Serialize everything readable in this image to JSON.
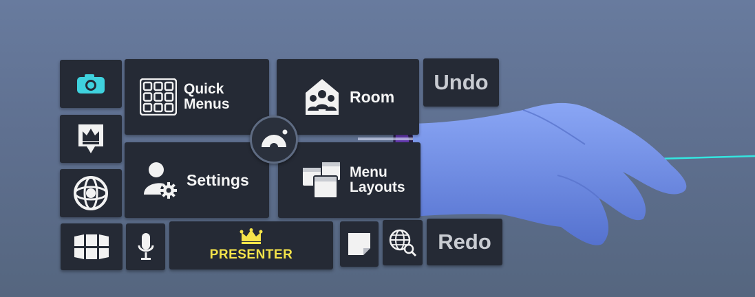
{
  "menu": {
    "quick_menus": "Quick\nMenus",
    "room": "Room",
    "settings": "Settings",
    "menu_layouts": "Menu\nLayouts",
    "undo": "Undo",
    "redo": "Redo",
    "presenter": "PRESENTER"
  },
  "icons": {
    "camera": "camera-icon",
    "host_marker": "crown-marker-icon",
    "orbit": "orbit-view-icon",
    "panels": "panels-icon",
    "mic": "microphone-icon",
    "crown": "crown-icon",
    "note": "sticky-note-icon",
    "web_search": "globe-search-icon",
    "grid": "grid-icon",
    "room_people": "room-people-icon",
    "user_settings": "user-settings-icon",
    "layouts": "layouts-icon",
    "hub": "hub-icon"
  },
  "colors": {
    "camera_accent": "#3fd2de",
    "presenter_yellow": "#f4e34a",
    "tile_bg": "#252a35",
    "laser": "#34e6e0",
    "hand": "#6f8fe8"
  }
}
